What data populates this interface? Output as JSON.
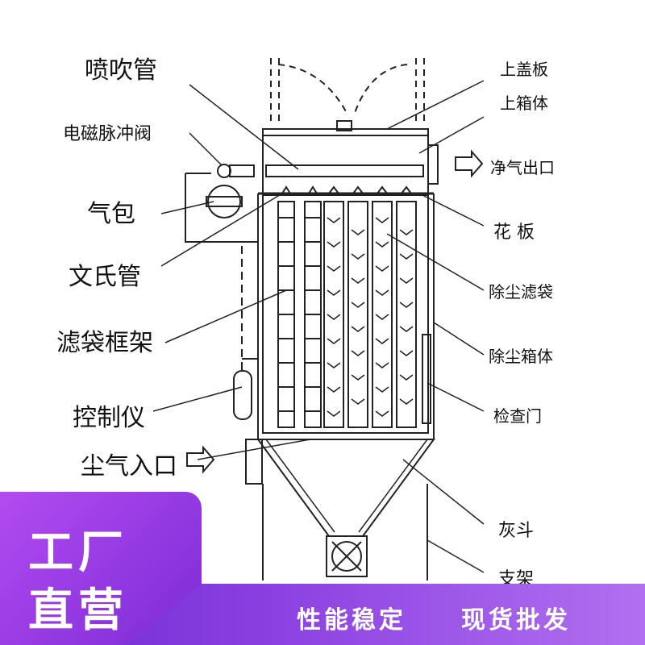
{
  "labels_left": {
    "penchui": "喷吹管",
    "dianci": "电磁脉冲阀",
    "qibao": "气包",
    "wenshi": "文氏管",
    "kuangjia": "滤袋框架",
    "kongzhi": "控制仪",
    "inlet": "尘气入口"
  },
  "labels_right": {
    "gaiban": "上盖板",
    "xiangti_top": "上箱体",
    "outlet": "净气出口",
    "huaban": "花 板",
    "lvdai": "除尘滤袋",
    "xiangti_mid": "除尘箱体",
    "jianchamen": "检查门",
    "huidou": "灰斗",
    "zhijia": "支架"
  },
  "badge": {
    "line1": "工厂",
    "line2": "直营"
  },
  "slogans": {
    "left": "性能稳定",
    "right": "现货批发"
  },
  "colors": {
    "line": "#222222",
    "banner_start": "#6a2ad0",
    "banner_end": "#b070f0",
    "badge": "#9b3be6"
  }
}
